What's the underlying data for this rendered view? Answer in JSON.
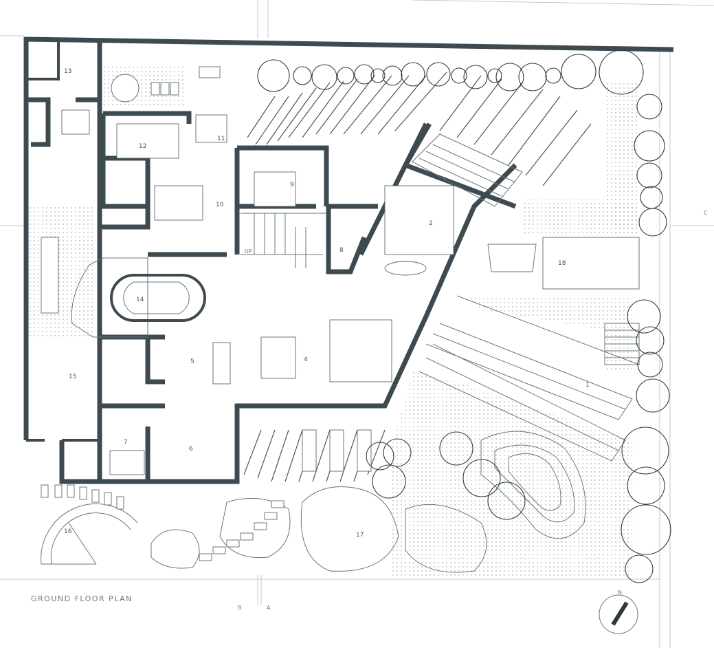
{
  "drawing": {
    "title": "GROUND FLOOR PLAN",
    "north_label": "N",
    "stair_label": "UP",
    "section_marks": [
      "B",
      "A",
      "C"
    ]
  },
  "rooms": [
    {
      "id": "r1",
      "label": "1"
    },
    {
      "id": "r2",
      "label": "2"
    },
    {
      "id": "r4",
      "label": "4"
    },
    {
      "id": "r5",
      "label": "5"
    },
    {
      "id": "r6",
      "label": "6"
    },
    {
      "id": "r7",
      "label": "7"
    },
    {
      "id": "r8",
      "label": "8"
    },
    {
      "id": "r9",
      "label": "9"
    },
    {
      "id": "r10",
      "label": "10"
    },
    {
      "id": "r11",
      "label": "11"
    },
    {
      "id": "r12",
      "label": "12"
    },
    {
      "id": "r13",
      "label": "13"
    },
    {
      "id": "r14",
      "label": "14"
    },
    {
      "id": "r15",
      "label": "15"
    },
    {
      "id": "r16",
      "label": "16"
    },
    {
      "id": "r17",
      "label": "17"
    },
    {
      "id": "r18",
      "label": "18"
    }
  ],
  "colors": {
    "wall": "#3d4a4f",
    "line": "#6a7478",
    "text": "#6f787c"
  }
}
